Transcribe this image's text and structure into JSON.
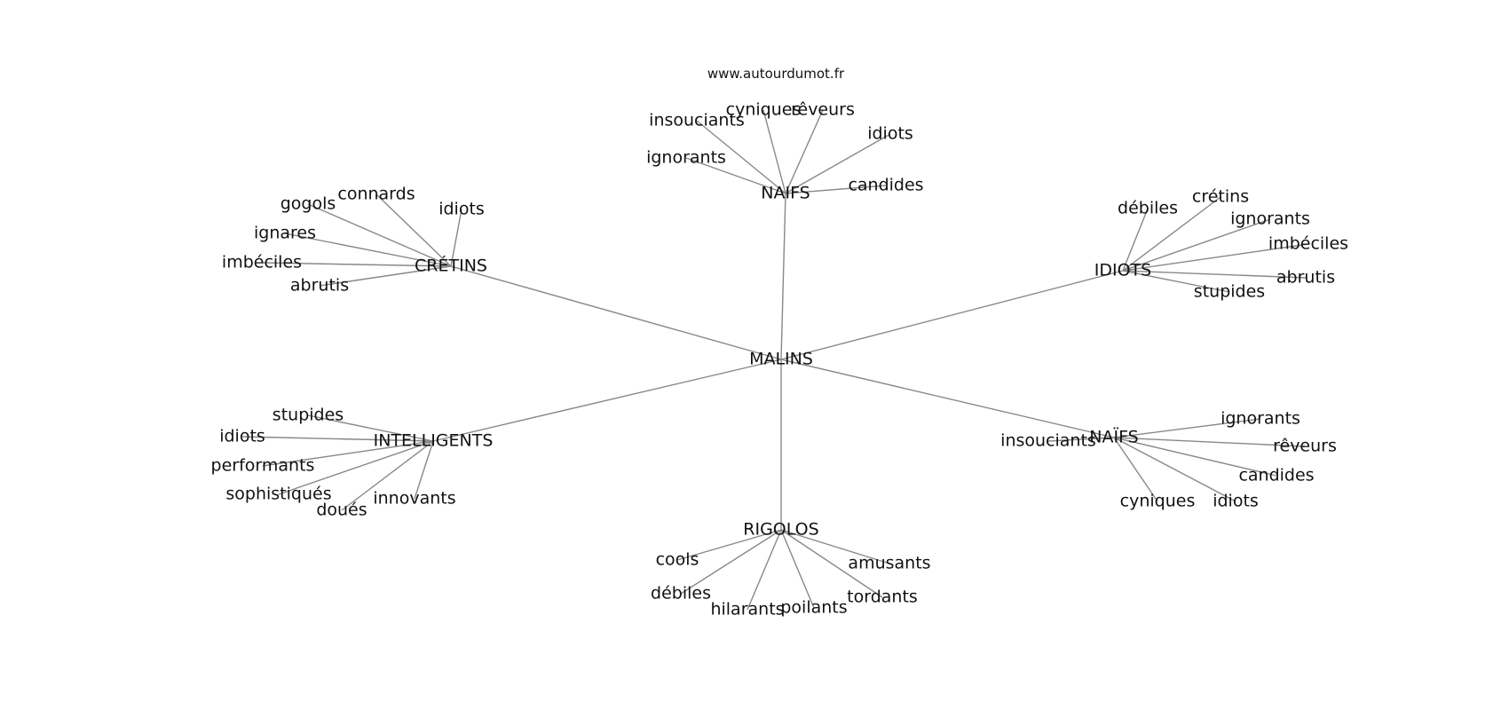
{
  "source": "www.autourdumot.fr",
  "center": "MALINS",
  "clusters": [
    {
      "label": "NAIFS",
      "leaves": [
        "insouciants",
        "cyniques",
        "rêveurs",
        "idiots",
        "ignorants",
        "candides"
      ]
    },
    {
      "label": "CRÉTINS",
      "leaves": [
        "connards",
        "gogols",
        "idiots",
        "ignares",
        "imbéciles",
        "abrutis"
      ]
    },
    {
      "label": "IDIOTS",
      "leaves": [
        "débiles",
        "crétins",
        "ignorants",
        "imbéciles",
        "abrutis",
        "stupides"
      ]
    },
    {
      "label": "INTELLIGENTS",
      "leaves": [
        "stupides",
        "idiots",
        "performants",
        "sophistiqués",
        "doués",
        "innovants"
      ]
    },
    {
      "label": "NAÏFS",
      "leaves": [
        "insouciants",
        "ignorants",
        "rêveurs",
        "candides",
        "cyniques",
        "idiots"
      ]
    },
    {
      "label": "RIGOLOS",
      "leaves": [
        "cools",
        "amusants",
        "débiles",
        "tordants",
        "hilarants",
        "poilants"
      ]
    }
  ]
}
